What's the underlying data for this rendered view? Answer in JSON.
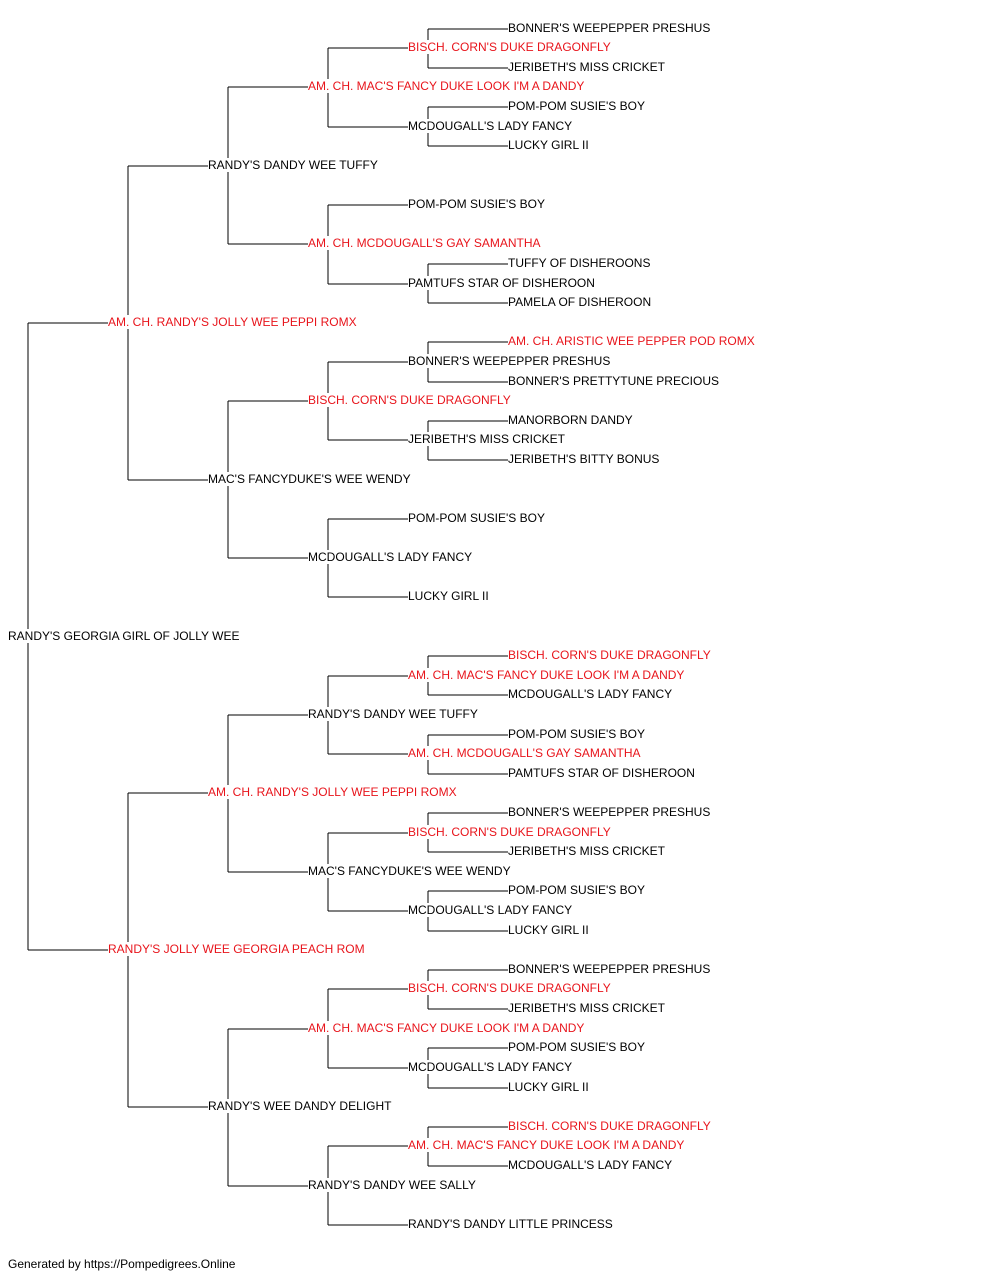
{
  "colors": {
    "titled": "#e8141b",
    "normal": "#000000",
    "line": "#000000"
  },
  "footer": "Generated by https://Pompedigrees.Online",
  "pedigree": {
    "name": "RANDY'S GEORGIA GIRL OF JOLLY WEE",
    "titled": false,
    "sire": {
      "name": "AM. CH. RANDY'S JOLLY WEE PEPPI ROMX",
      "titled": true,
      "sire": {
        "name": "RANDY'S DANDY WEE TUFFY",
        "titled": false,
        "sire": {
          "name": "AM. CH. MAC'S FANCY DUKE LOOK I'M A DANDY",
          "titled": true,
          "sire": {
            "name": "BISCH. CORN'S DUKE DRAGONFLY",
            "titled": true,
            "sire": {
              "name": "BONNER'S WEEPEPPER PRESHUS",
              "titled": false
            },
            "dam": {
              "name": "JERIBETH'S MISS CRICKET",
              "titled": false
            }
          },
          "dam": {
            "name": "MCDOUGALL'S LADY FANCY",
            "titled": false,
            "sire": {
              "name": "POM-POM SUSIE'S BOY",
              "titled": false
            },
            "dam": {
              "name": "LUCKY GIRL II",
              "titled": false
            }
          }
        },
        "dam": {
          "name": "AM. CH. MCDOUGALL'S GAY SAMANTHA",
          "titled": true,
          "sire": {
            "name": "POM-POM SUSIE'S BOY",
            "titled": false
          },
          "dam": {
            "name": "PAMTUFS STAR OF DISHEROON",
            "titled": false,
            "sire": {
              "name": "TUFFY OF DISHEROONS",
              "titled": false
            },
            "dam": {
              "name": "PAMELA OF DISHEROON",
              "titled": false
            }
          }
        }
      },
      "dam": {
        "name": "MAC'S FANCYDUKE'S WEE WENDY",
        "titled": false,
        "sire": {
          "name": "BISCH. CORN'S DUKE DRAGONFLY",
          "titled": true,
          "sire": {
            "name": "BONNER'S WEEPEPPER PRESHUS",
            "titled": false,
            "sire": {
              "name": "AM. CH. ARISTIC WEE PEPPER POD ROMX",
              "titled": true
            },
            "dam": {
              "name": "BONNER'S PRETTYTUNE PRECIOUS",
              "titled": false
            }
          },
          "dam": {
            "name": "JERIBETH'S MISS CRICKET",
            "titled": false,
            "sire": {
              "name": "MANORBORN DANDY",
              "titled": false
            },
            "dam": {
              "name": "JERIBETH'S BITTY BONUS",
              "titled": false
            }
          }
        },
        "dam": {
          "name": "MCDOUGALL'S LADY FANCY",
          "titled": false,
          "sire": {
            "name": "POM-POM SUSIE'S BOY",
            "titled": false
          },
          "dam": {
            "name": "LUCKY GIRL II",
            "titled": false
          }
        }
      }
    },
    "dam": {
      "name": "RANDY'S JOLLY WEE GEORGIA PEACH ROM",
      "titled": true,
      "sire": {
        "name": "AM. CH. RANDY'S JOLLY WEE PEPPI ROMX",
        "titled": true,
        "sire": {
          "name": "RANDY'S DANDY WEE TUFFY",
          "titled": false,
          "sire": {
            "name": "AM. CH. MAC'S FANCY DUKE LOOK I'M A DANDY",
            "titled": true,
            "sire": {
              "name": "BISCH. CORN'S DUKE DRAGONFLY",
              "titled": true
            },
            "dam": {
              "name": "MCDOUGALL'S LADY FANCY",
              "titled": false
            }
          },
          "dam": {
            "name": "AM. CH. MCDOUGALL'S GAY SAMANTHA",
            "titled": true,
            "sire": {
              "name": "POM-POM SUSIE'S BOY",
              "titled": false
            },
            "dam": {
              "name": "PAMTUFS STAR OF DISHEROON",
              "titled": false
            }
          }
        },
        "dam": {
          "name": "MAC'S FANCYDUKE'S WEE WENDY",
          "titled": false,
          "sire": {
            "name": "BISCH. CORN'S DUKE DRAGONFLY",
            "titled": true,
            "sire": {
              "name": "BONNER'S WEEPEPPER PRESHUS",
              "titled": false
            },
            "dam": {
              "name": "JERIBETH'S MISS CRICKET",
              "titled": false
            }
          },
          "dam": {
            "name": "MCDOUGALL'S LADY FANCY",
            "titled": false,
            "sire": {
              "name": "POM-POM SUSIE'S BOY",
              "titled": false
            },
            "dam": {
              "name": "LUCKY GIRL II",
              "titled": false
            }
          }
        }
      },
      "dam": {
        "name": "RANDY'S WEE DANDY DELIGHT",
        "titled": false,
        "sire": {
          "name": "AM. CH. MAC'S FANCY DUKE LOOK I'M A DANDY",
          "titled": true,
          "sire": {
            "name": "BISCH. CORN'S DUKE DRAGONFLY",
            "titled": true,
            "sire": {
              "name": "BONNER'S WEEPEPPER PRESHUS",
              "titled": false
            },
            "dam": {
              "name": "JERIBETH'S MISS CRICKET",
              "titled": false
            }
          },
          "dam": {
            "name": "MCDOUGALL'S LADY FANCY",
            "titled": false,
            "sire": {
              "name": "POM-POM SUSIE'S BOY",
              "titled": false
            },
            "dam": {
              "name": "LUCKY GIRL II",
              "titled": false
            }
          }
        },
        "dam": {
          "name": "RANDY'S DANDY WEE SALLY",
          "titled": false,
          "sire": {
            "name": "AM. CH. MAC'S FANCY DUKE LOOK I'M A DANDY",
            "titled": true,
            "sire": {
              "name": "BISCH. CORN'S DUKE DRAGONFLY",
              "titled": true
            },
            "dam": {
              "name": "MCDOUGALL'S LADY FANCY",
              "titled": false
            }
          },
          "dam": {
            "name": "RANDY'S DANDY LITTLE PRINCESS",
            "titled": false
          }
        }
      }
    }
  }
}
